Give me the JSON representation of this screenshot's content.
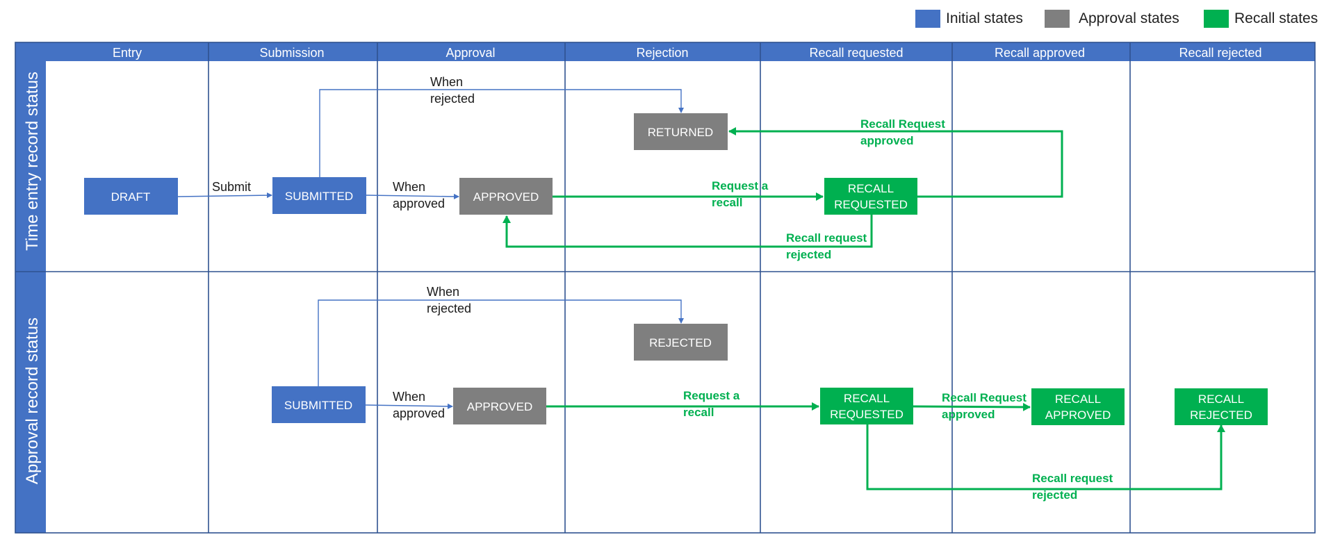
{
  "legend": [
    {
      "label": "Initial states",
      "color": "#4472c4"
    },
    {
      "label": "Approval states",
      "color": "#7f7f7f"
    },
    {
      "label": "Recall states",
      "color": "#00b050"
    }
  ],
  "columns": [
    "Entry",
    "Submission",
    "Approval",
    "Rejection",
    "Recall requested",
    "Recall approved",
    "Recall rejected"
  ],
  "rows": [
    "Time entry record status",
    "Approval record status"
  ],
  "colors": {
    "header": "#4472c4",
    "grid": "#2f528f",
    "initial": "#4472c4",
    "approval": "#7f7f7f",
    "recall": "#00b050"
  },
  "time_entry": {
    "states": {
      "draft": [
        "DRAFT"
      ],
      "submitted": [
        "SUBMITTED"
      ],
      "approved": [
        "APPROVED"
      ],
      "returned": [
        "RETURNED"
      ],
      "recall_requested": [
        "RECALL",
        "REQUESTED"
      ]
    },
    "labels": {
      "submit": [
        "Submit"
      ],
      "when_approved": [
        "When",
        "approved"
      ],
      "when_rejected": [
        "When",
        "rejected"
      ],
      "request_recall": [
        "Request a",
        "recall"
      ],
      "recall_approved": [
        "Recall Request",
        "approved"
      ],
      "recall_rejected": [
        "Recall request",
        "rejected"
      ]
    }
  },
  "approval_record": {
    "states": {
      "submitted": [
        "SUBMITTED"
      ],
      "approved": [
        "APPROVED"
      ],
      "rejected": [
        "REJECTED"
      ],
      "recall_requested": [
        "RECALL",
        "REQUESTED"
      ],
      "recall_approved": [
        "RECALL",
        "APPROVED"
      ],
      "recall_rejected": [
        "RECALL",
        "REJECTED"
      ]
    },
    "labels": {
      "when_approved": [
        "When",
        "approved"
      ],
      "when_rejected": [
        "When",
        "rejected"
      ],
      "request_recall": [
        "Request a",
        "recall"
      ],
      "recall_approved": [
        "Recall Request",
        "approved"
      ],
      "recall_rejected": [
        "Recall request",
        "rejected"
      ]
    }
  }
}
